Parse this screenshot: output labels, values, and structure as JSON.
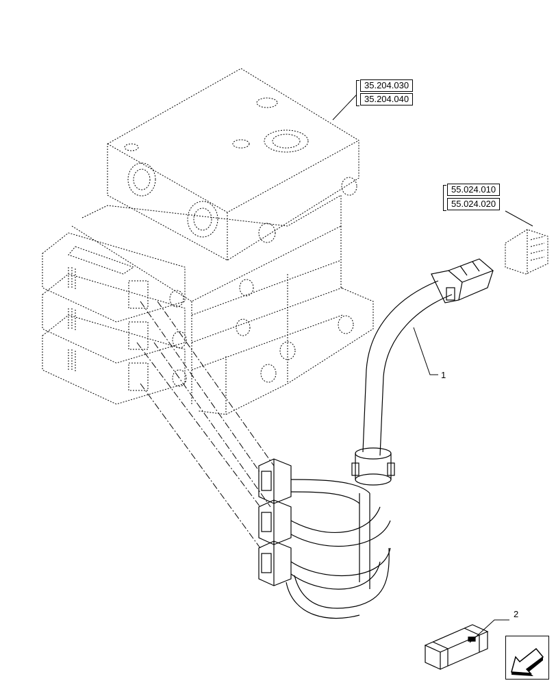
{
  "references": {
    "valve_ref_1": "35.204.030",
    "valve_ref_2": "35.204.040",
    "connector_ref_1": "55.024.010",
    "connector_ref_2": "55.024.020"
  },
  "callouts": {
    "item_1": "1",
    "item_2": "2"
  },
  "icons": {
    "navigation": "back-arrow-icon",
    "kit": "parts-kit-box-icon"
  },
  "colors": {
    "line": "#000000",
    "background": "#ffffff"
  }
}
